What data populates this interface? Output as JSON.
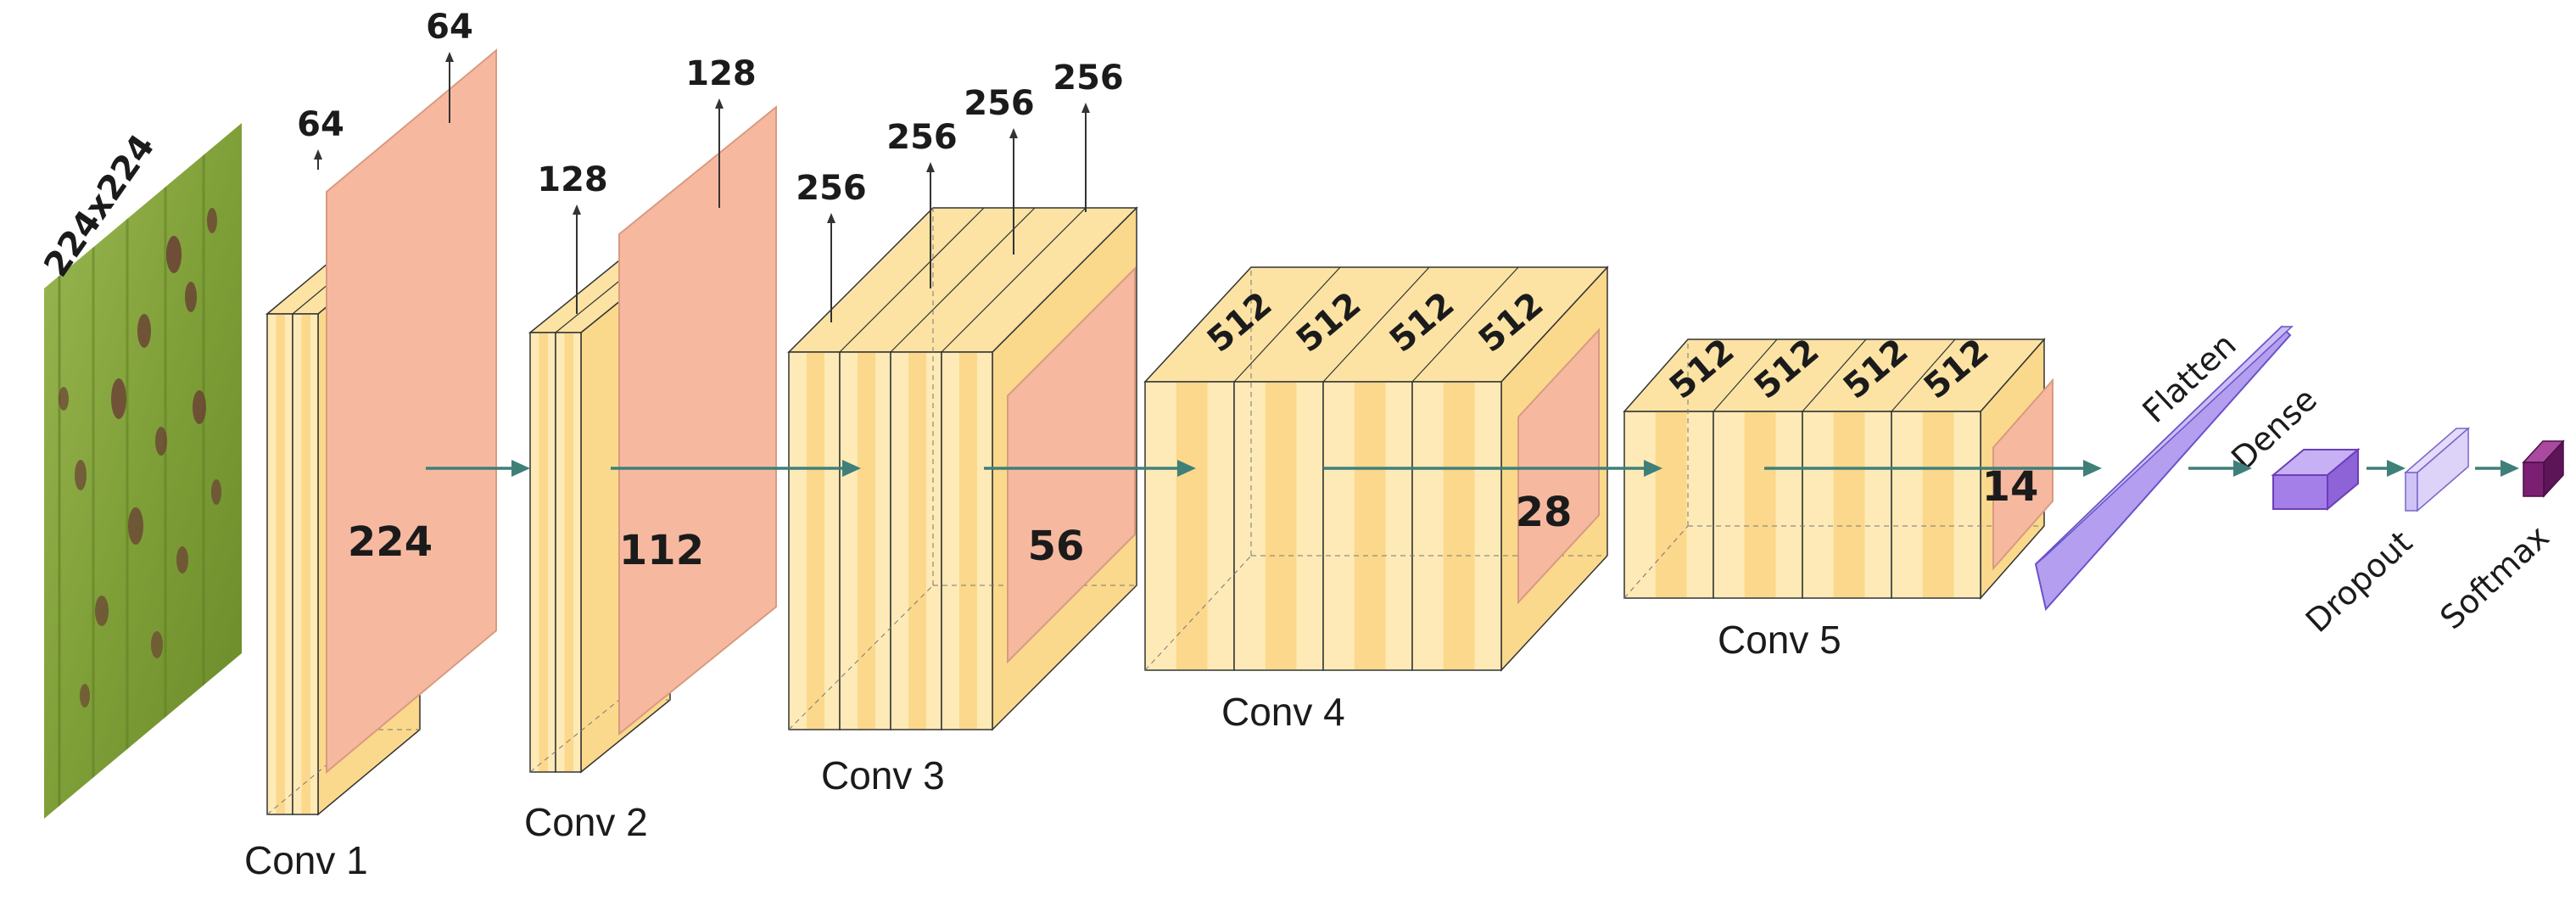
{
  "input": {
    "size_label": "224x224",
    "image_desc": "leaf-photo",
    "colors": {
      "leaf_light": "#8faf45",
      "leaf_dark": "#5f7d24",
      "spot": "#6a3f35"
    }
  },
  "blocks": [
    {
      "id": "conv1",
      "name": "Conv 1",
      "spatial": "224",
      "filters": [
        "64",
        "64"
      ]
    },
    {
      "id": "conv2",
      "name": "Conv 2",
      "spatial": "112",
      "filters": [
        "128",
        "128"
      ]
    },
    {
      "id": "conv3",
      "name": "Conv 3",
      "spatial": "56",
      "filters": [
        "256",
        "256",
        "256",
        "256"
      ]
    },
    {
      "id": "conv4",
      "name": "Conv 4",
      "spatial": "28",
      "filters": [
        "512",
        "512",
        "512",
        "512"
      ]
    },
    {
      "id": "conv5",
      "name": "Conv 5",
      "spatial": "14",
      "filters": [
        "512",
        "512",
        "512",
        "512"
      ]
    }
  ],
  "head_layers": [
    {
      "id": "flatten",
      "name": "Flatten"
    },
    {
      "id": "dense",
      "name": "Dense"
    },
    {
      "id": "dropout",
      "name": "Dropout"
    },
    {
      "id": "softmax",
      "name": "Softmax"
    }
  ],
  "colors": {
    "slab_front": "#fdeab6",
    "slab_side": "#fbd98c",
    "slab_top": "#fce3a4",
    "stripe": "#f9d27c",
    "feature_map": "#f6b9a0",
    "feature_map_edge": "#d99a80",
    "arrow": "#3f7f7a",
    "flatten": "#b49ef0",
    "dense": "#a57fe8",
    "dropout": "#cfc3f5",
    "softmax": "#7b1f73",
    "outline": "#333333"
  }
}
